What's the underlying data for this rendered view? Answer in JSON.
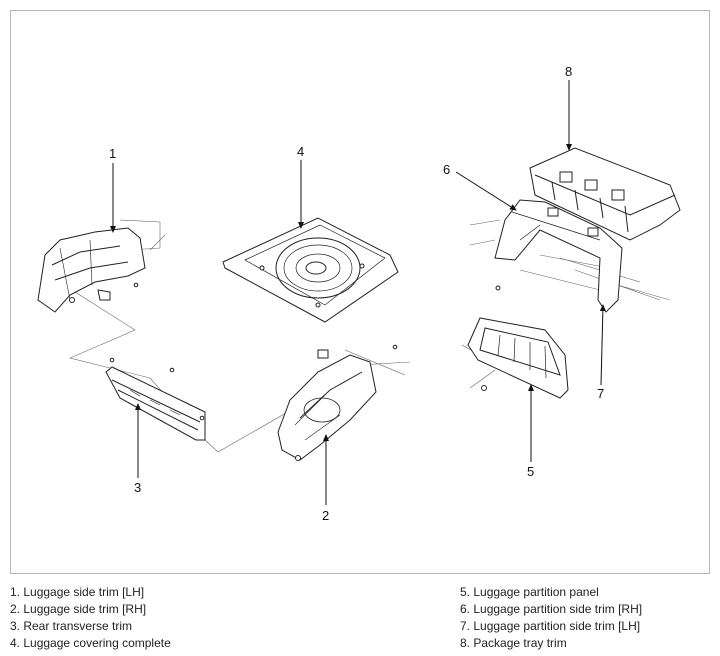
{
  "callouts": {
    "c1": "1",
    "c2": "2",
    "c3": "3",
    "c4": "4",
    "c5": "5",
    "c6": "6",
    "c7": "7",
    "c8": "8"
  },
  "legend": {
    "left": [
      "1. Luggage side trim [LH]",
      "2. Luggage side trim [RH]",
      "3. Rear transverse trim",
      "4. Luggage covering complete"
    ],
    "right": [
      "5. Luggage partition panel",
      "6. Luggage partition side trim [RH]",
      "7. Luggage partition side trim [LH]",
      "8. Package tray trim"
    ]
  }
}
